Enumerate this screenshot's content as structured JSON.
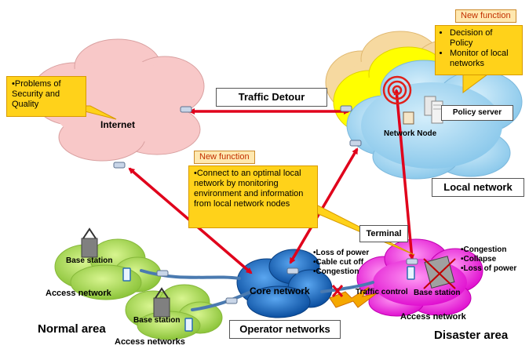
{
  "labels": {
    "internet": "Internet",
    "network_node": "Network Node",
    "policy_server": "Policy server",
    "local_network": "Local network",
    "terminal": "Terminal",
    "core_network": "Core network",
    "operator_networks": "Operator networks",
    "traffic_detour": "Traffic  Detour",
    "traffic_control": "Traffic control",
    "normal_area": "Normal area",
    "disaster_area": "Disaster area",
    "base_station_1": "Base station",
    "base_station_2": "Base station",
    "base_station_3": "Base station",
    "access_network_1": "Access network",
    "access_networks": "Access networks",
    "access_network_3": "Access network"
  },
  "callouts": {
    "internet_problem": {
      "lines": [
        "•Problems of",
        "Security and",
        "Quality"
      ]
    },
    "policy": {
      "tag": "New function",
      "items": [
        "Decision of Policy",
        "Monitor of local networks"
      ]
    },
    "connect": {
      "tag": "New function",
      "text": "•Connect to an optimal local network by monitoring environment and information from local network nodes"
    }
  },
  "failures": {
    "core": [
      "•Loss of power",
      "•Cable cut off",
      "•Congestion"
    ],
    "disaster": [
      "•Congestion",
      "•Collapse",
      "•Loss of power"
    ]
  },
  "colors": {
    "internet_cloud": "#f8c8c8",
    "local_cloud_back": "#f6d9a0",
    "local_cloud_mid": "#ffff00",
    "local_cloud_front": "#a8d8f0",
    "core_cloud": "#1f73c9",
    "access_cloud": "#b8e04a",
    "disaster_cloud": "#ff44ee",
    "arrow": "#e0001b",
    "link": "#4a7ab0",
    "callout": "#ffd21a"
  }
}
